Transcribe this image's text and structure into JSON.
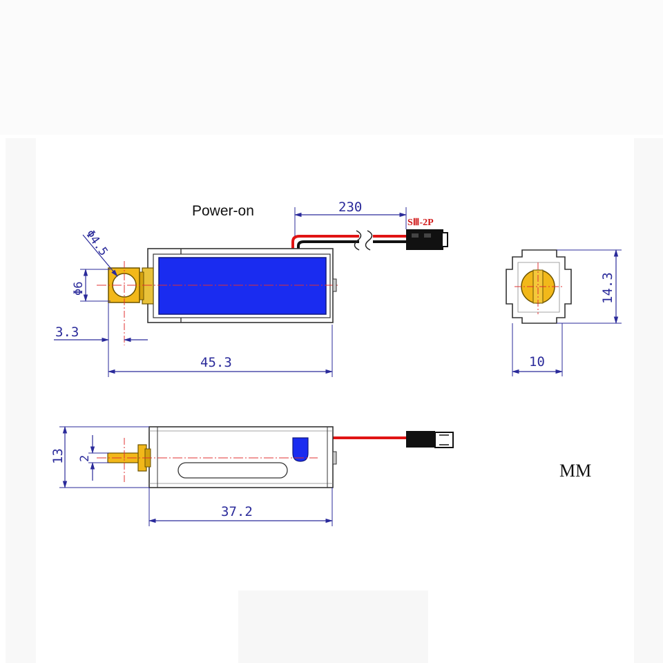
{
  "labels": {
    "power_on": "Power-on",
    "connector": "SⅢ-2P",
    "unit": "MM"
  },
  "dimensions": {
    "wire_length": "230",
    "hole_diameter": "Φ4.5",
    "tab_diameter": "Φ6",
    "tab_offset": "3.3",
    "total_length": "45.3",
    "end_height": "14.3",
    "end_width": "10",
    "side_height": "13",
    "plunger_diameter": "2",
    "body_length": "37.2"
  },
  "colors": {
    "coil": "#1a2cf0",
    "brass": "#f2b81a",
    "wire_red": "#e01414",
    "wire_black": "#111111",
    "dimension": "#2a2a9a",
    "centerline": "#e03030",
    "outline": "#333333"
  }
}
